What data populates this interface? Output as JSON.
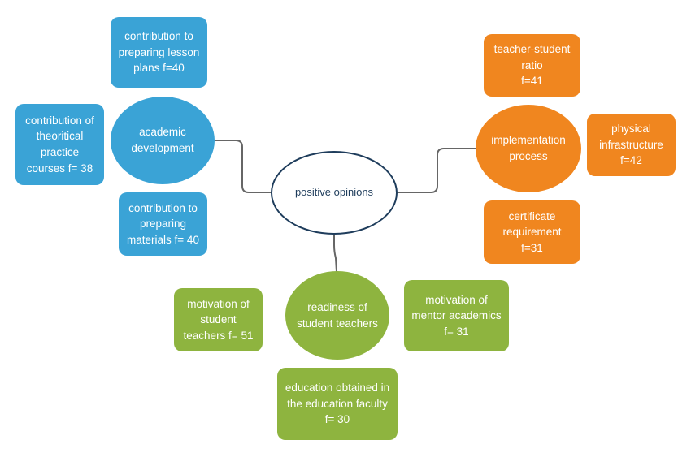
{
  "center": {
    "label": "positive opinions"
  },
  "branches": {
    "academic": {
      "label": "academic\ndevelopment",
      "items": [
        "contribution to\npreparing lesson\nplans f=40",
        "contribution of\ntheoritical\npractice\ncourses f= 38",
        "contribution to\npreparing\nmaterials f= 40"
      ]
    },
    "implementation": {
      "label": "implementation\nprocess",
      "items": [
        "teacher-student\nratio\nf=41",
        "physical\ninfrastructure\nf=42",
        "certificate\nrequirement\nf=31"
      ]
    },
    "readiness": {
      "label": "readiness of\nstudent teachers",
      "items": [
        "motivation of\nstudent\nteachers f= 51",
        "motivation of\nmentor academics\nf= 31",
        "education obtained in\nthe education faculty\nf= 30"
      ]
    }
  },
  "colors": {
    "academic": "#3aa3d6",
    "implementation": "#f0861f",
    "readiness": "#8eb43f",
    "center_outline": "#1f3d5c",
    "connector": "#666666"
  }
}
